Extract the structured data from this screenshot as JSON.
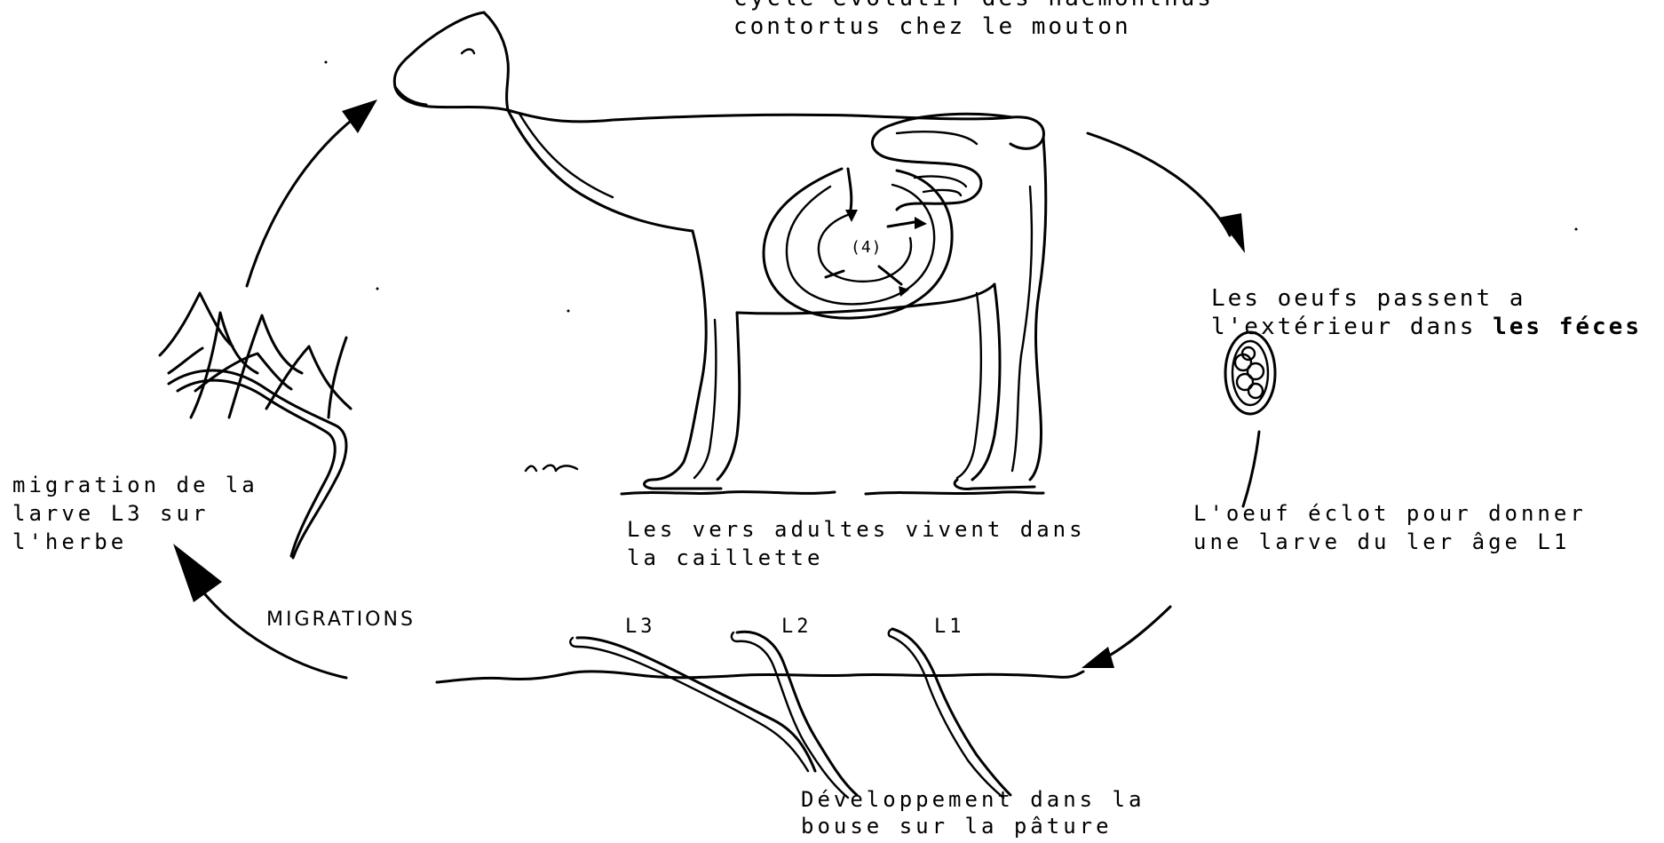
{
  "title": {
    "line1": "cycle évolutif des haemonthus",
    "line2": "contortus chez le mouton"
  },
  "labels": {
    "eggs_line1": "Les oeufs passent a",
    "eggs_line2_prefix": "l'extérieur dans ",
    "eggs_line2_bold": "les féces",
    "hatch_line1": "L'oeuf éclot pour donner",
    "hatch_line2": "une larve du ler âge L1",
    "adults_line1": "Les vers adultes vivent dans",
    "adults_line2": "la caillette",
    "migration_line1": "migration de la",
    "migration_line2": "larve L3 sur",
    "migration_line3": "l'herbe",
    "migrations": "MIGRATIONS",
    "dev_line1": "Développement dans la",
    "dev_line2": "bouse sur la pâture",
    "stomach_mark": "(4)"
  },
  "larval_stages": [
    {
      "name": "L3"
    },
    {
      "name": "L2"
    },
    {
      "name": "L1"
    }
  ]
}
